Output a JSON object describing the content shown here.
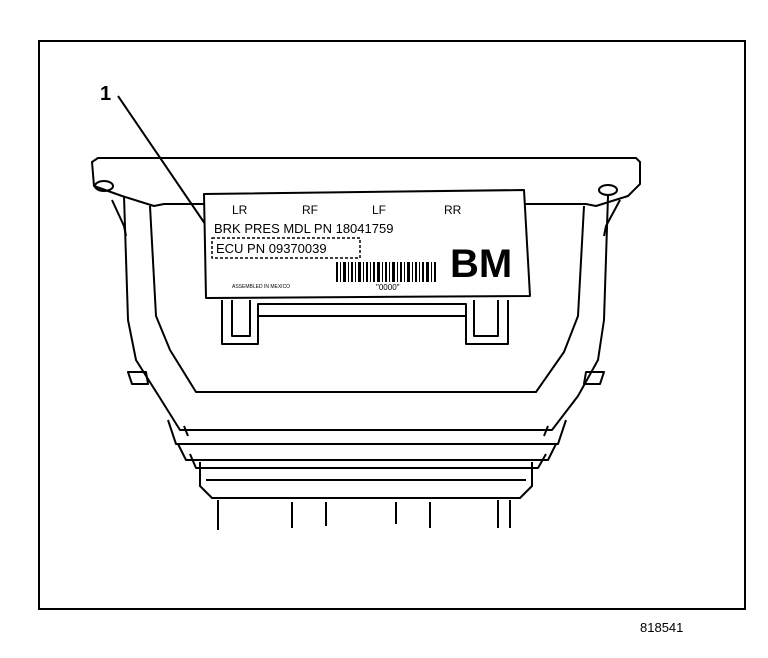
{
  "callouts": [
    {
      "number": "1"
    }
  ],
  "label": {
    "positions": [
      "LR",
      "RF",
      "LF",
      "RR"
    ],
    "model_line": "BRK PRES MDL PN 18041759",
    "ecu_line": "ECU PN 09370039",
    "logo": "BM",
    "assembled_text": "ASSEMBLED IN MEXICO",
    "code_text": "\"0000\""
  },
  "figure_id": "818541"
}
